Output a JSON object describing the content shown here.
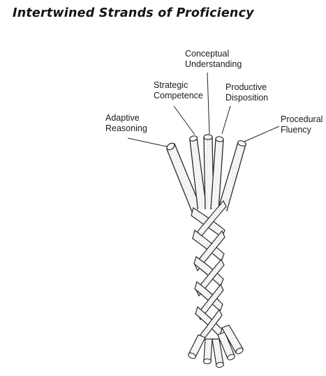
{
  "title": "Intertwined Strands of Proficiency",
  "strands": [
    {
      "lines": [
        "Adaptive",
        "Reasoning"
      ]
    },
    {
      "lines": [
        "Strategic",
        "Competence"
      ]
    },
    {
      "lines": [
        "Conceptual",
        "Understanding"
      ]
    },
    {
      "lines": [
        "Productive",
        "Disposition"
      ]
    },
    {
      "lines": [
        "Procedural",
        "Fluency"
      ]
    }
  ]
}
